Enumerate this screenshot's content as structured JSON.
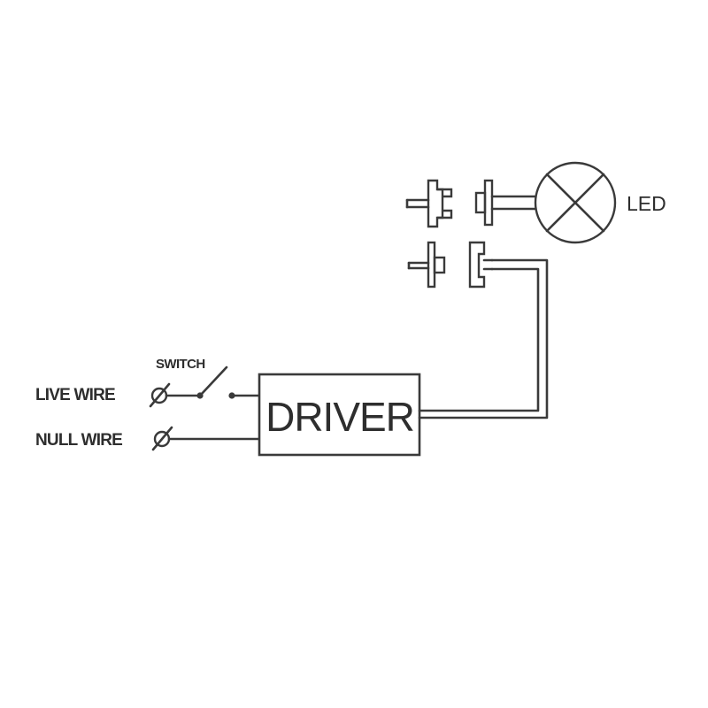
{
  "labels": {
    "live_wire": "LIVE WIRE",
    "null_wire": "NULL WIRE",
    "switch": "SWITCH",
    "driver": "DRIVER",
    "led": "LED"
  },
  "colors": {
    "line": "#3a3a3a",
    "background": "#ffffff"
  },
  "icons": {
    "terminal": "terminal-circle-slash-icon",
    "switch": "spst-switch-icon",
    "connector": "plug-socket-connector-icon",
    "lamp": "lamp-cross-circle-icon"
  }
}
